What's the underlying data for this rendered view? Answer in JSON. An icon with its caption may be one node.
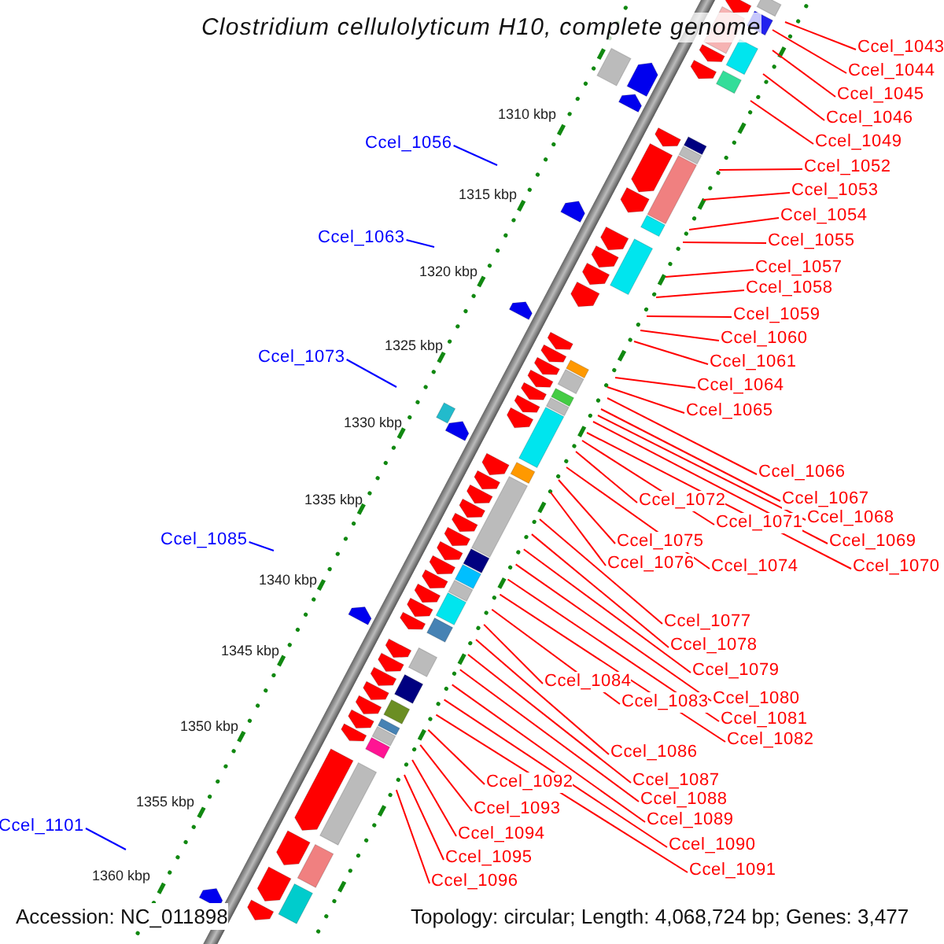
{
  "diagram": {
    "title": "Clostridium cellulolyticum H10, complete genome",
    "nodes": [
      {
        "text": [
          "Ccel_1043"
        ]
      },
      {
        "text": [
          "Ccel_1044"
        ]
      },
      {
        "text": [
          "Ccel_1045"
        ]
      },
      {
        "text": [
          "Ccel_1046"
        ]
      },
      {
        "text": [
          "Ccel_1049"
        ]
      },
      {
        "text": [
          "Ccel_1052"
        ]
      },
      {
        "text": [
          "Ccel_1053"
        ]
      },
      {
        "text": [
          "Ccel_1054"
        ]
      },
      {
        "text": [
          "Ccel_1055"
        ]
      },
      {
        "text": [
          "Ccel_1056"
        ]
      },
      {
        "text": [
          "Ccel_1057"
        ]
      },
      {
        "text": [
          "Ccel_1058"
        ]
      },
      {
        "text": [
          "Ccel_1059"
        ]
      },
      {
        "text": [
          "Ccel_1060"
        ]
      },
      {
        "text": [
          "Ccel_1061"
        ]
      },
      {
        "text": [
          "Ccel_1063"
        ]
      },
      {
        "text": [
          "Ccel_1064"
        ]
      },
      {
        "text": [
          "Ccel_1065"
        ]
      },
      {
        "text": [
          "Ccel_1066"
        ]
      },
      {
        "text": [
          "Ccel_1067"
        ]
      },
      {
        "text": [
          "Ccel_1068"
        ]
      },
      {
        "text": [
          "Ccel_1069"
        ]
      },
      {
        "text": [
          "Ccel_1070"
        ]
      },
      {
        "text": [
          "Ccel_1071"
        ]
      },
      {
        "text": [
          "Ccel_1072"
        ]
      },
      {
        "text": [
          "Ccel_1073"
        ]
      },
      {
        "text": [
          "Ccel_1074"
        ]
      },
      {
        "text": [
          "Ccel_1075"
        ]
      },
      {
        "text": [
          "Ccel_1076"
        ]
      },
      {
        "text": [
          "Ccel_1077"
        ]
      },
      {
        "text": [
          "Ccel_1078"
        ]
      },
      {
        "text": [
          "Ccel_1079"
        ]
      },
      {
        "text": [
          "Ccel_1080"
        ]
      },
      {
        "text": [
          "Ccel_1081"
        ]
      },
      {
        "text": [
          "Ccel_1082"
        ]
      },
      {
        "text": [
          "Ccel_1083"
        ]
      },
      {
        "text": [
          "Ccel_1084"
        ]
      },
      {
        "text": [
          "Ccel_1085"
        ]
      },
      {
        "text": [
          "Ccel_1086"
        ]
      },
      {
        "text": [
          "Ccel_1087"
        ]
      },
      {
        "text": [
          "Ccel_1088"
        ]
      },
      {
        "text": [
          "Ccel_1089"
        ]
      },
      {
        "text": [
          "Ccel_1090"
        ]
      },
      {
        "text": [
          "Ccel_1091"
        ]
      },
      {
        "text": [
          "Ccel_1092"
        ]
      },
      {
        "text": [
          "Ccel_1093"
        ]
      },
      {
        "text": [
          "Ccel_1094"
        ]
      },
      {
        "text": [
          "Ccel_1095"
        ]
      },
      {
        "text": [
          "Ccel_1096"
        ]
      },
      {
        "text": [
          "Ccel_1101"
        ]
      }
    ],
    "edges": [
      {
        "from": 0,
        "to": null,
        "arrow": "none"
      },
      {
        "from": 1,
        "to": null,
        "arrow": "none"
      },
      {
        "from": 2,
        "to": null,
        "arrow": "none"
      },
      {
        "from": 3,
        "to": null,
        "arrow": "none"
      },
      {
        "from": 4,
        "to": null,
        "arrow": "none"
      },
      {
        "from": 5,
        "to": null,
        "arrow": "none"
      },
      {
        "from": 6,
        "to": null,
        "arrow": "none"
      },
      {
        "from": 7,
        "to": null,
        "arrow": "none"
      },
      {
        "from": 8,
        "to": null,
        "arrow": "none"
      },
      {
        "from": 9,
        "to": null,
        "arrow": "none",
        "color": "#0000ff"
      },
      {
        "from": 10,
        "to": null,
        "arrow": "none"
      },
      {
        "from": 11,
        "to": null,
        "arrow": "none"
      },
      {
        "from": 12,
        "to": null,
        "arrow": "none"
      },
      {
        "from": 13,
        "to": null,
        "arrow": "none"
      },
      {
        "from": 14,
        "to": null,
        "arrow": "none"
      },
      {
        "from": 15,
        "to": null,
        "arrow": "none",
        "color": "#0000ff"
      },
      {
        "from": 16,
        "to": null,
        "arrow": "none"
      },
      {
        "from": 17,
        "to": null,
        "arrow": "none"
      },
      {
        "from": 18,
        "to": null,
        "arrow": "none"
      },
      {
        "from": 19,
        "to": null,
        "arrow": "none"
      },
      {
        "from": 20,
        "to": null,
        "arrow": "none"
      },
      {
        "from": 21,
        "to": null,
        "arrow": "none"
      },
      {
        "from": 22,
        "to": null,
        "arrow": "none"
      },
      {
        "from": 23,
        "to": null,
        "arrow": "none"
      },
      {
        "from": 24,
        "to": null,
        "arrow": "none"
      },
      {
        "from": 25,
        "to": null,
        "arrow": "none",
        "color": "#0000ff"
      },
      {
        "from": 26,
        "to": null,
        "arrow": "none"
      },
      {
        "from": 27,
        "to": null,
        "arrow": "none"
      },
      {
        "from": 28,
        "to": null,
        "arrow": "none"
      },
      {
        "from": 29,
        "to": null,
        "arrow": "none"
      },
      {
        "from": 30,
        "to": null,
        "arrow": "none"
      },
      {
        "from": 31,
        "to": null,
        "arrow": "none"
      },
      {
        "from": 32,
        "to": null,
        "arrow": "none"
      },
      {
        "from": 33,
        "to": null,
        "arrow": "none"
      },
      {
        "from": 34,
        "to": null,
        "arrow": "none"
      },
      {
        "from": 35,
        "to": null,
        "arrow": "none"
      },
      {
        "from": 36,
        "to": null,
        "arrow": "none"
      },
      {
        "from": 37,
        "to": null,
        "arrow": "none",
        "color": "#0000ff"
      },
      {
        "from": 38,
        "to": null,
        "arrow": "none"
      },
      {
        "from": 39,
        "to": null,
        "arrow": "none"
      },
      {
        "from": 40,
        "to": null,
        "arrow": "none"
      },
      {
        "from": 41,
        "to": null,
        "arrow": "none"
      },
      {
        "from": 42,
        "to": null,
        "arrow": "none"
      },
      {
        "from": 43,
        "to": null,
        "arrow": "none"
      },
      {
        "from": 44,
        "to": null,
        "arrow": "none"
      },
      {
        "from": 45,
        "to": null,
        "arrow": "none"
      },
      {
        "from": 46,
        "to": null,
        "arrow": "none"
      },
      {
        "from": 47,
        "to": null,
        "arrow": "none"
      },
      {
        "from": 48,
        "to": null,
        "arrow": "none"
      },
      {
        "from": 49,
        "to": null,
        "arrow": "none",
        "color": "#0000ff"
      }
    ],
    "labels": [
      "1310 kbp",
      "1315 kbp",
      "1320 kbp",
      "1325 kbp",
      "1330 kbp",
      "1335 kbp",
      "1340 kbp",
      "1345 kbp",
      "1350 kbp",
      "1355 kbp",
      "1360 kbp",
      "Accession: NC_011898",
      "Topology: circular; Length: 4,068,724 bp; Genes: 3,477"
    ]
  }
}
